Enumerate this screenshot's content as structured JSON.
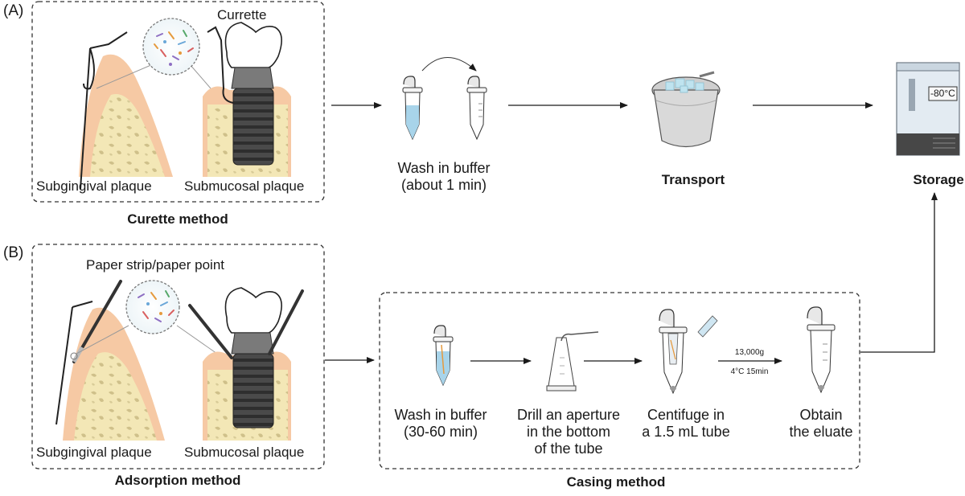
{
  "panel_a": {
    "letter": "(A)",
    "tool_label": "Currette",
    "left_label": "Subgingival plaque",
    "right_label": "Submucosal plaque",
    "method_label": "Curette method"
  },
  "flow_a": {
    "wash_line1": "Wash in buffer",
    "wash_line2": "(about 1 min)",
    "transport": "Transport",
    "storage": "Storage",
    "freezer_temp": "-80°C"
  },
  "panel_b": {
    "letter": "(B)",
    "tool_label": "Paper strip/paper point",
    "left_label": "Subgingival plaque",
    "right_label": "Submucosal plaque",
    "method_label": "Adsorption method"
  },
  "casing": {
    "method_label": "Casing method",
    "step1_line1": "Wash in buffer",
    "step1_line2": "(30-60 min)",
    "step2_line1": "Drill an aperture",
    "step2_line2": "in the bottom",
    "step2_line3": "of the tube",
    "step3_line1": "Centifuge in",
    "step3_line2": "a 1.5 mL tube",
    "spin_speed": "13,000g",
    "spin_cond": "4°C 15min",
    "step4_line1": "Obtain",
    "step4_line2": "the eluate"
  },
  "colors": {
    "gum": "#f6c9a4",
    "bone": "#f3e7b6",
    "implant": "#5a5a5a",
    "buffer": "#a8d4ea",
    "freezer_body": "#e3ebf2",
    "freezer_base": "#474747",
    "dash": "#333333"
  }
}
